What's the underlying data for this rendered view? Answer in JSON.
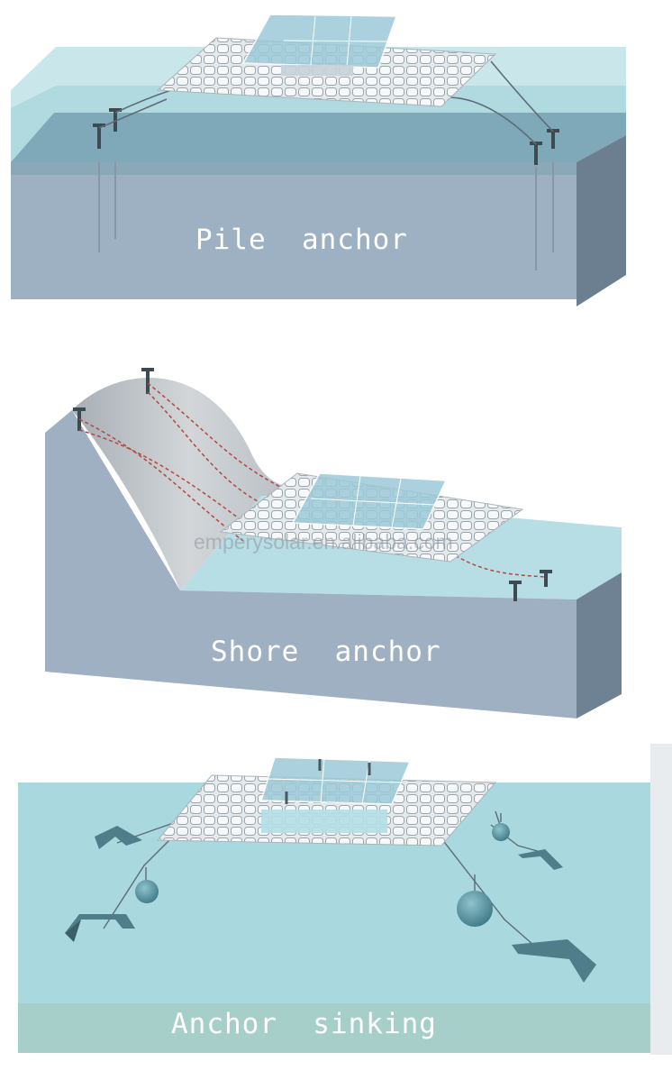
{
  "panels": [
    {
      "id": "pile",
      "label": "Pile  anchor"
    },
    {
      "id": "shore",
      "label": "Shore  anchor"
    },
    {
      "id": "sinking",
      "label": "Anchor  sinking"
    }
  ],
  "watermark": "emperysolar.en.alibaba.com",
  "colors": {
    "water": "#a9d8df",
    "water_deep": "#6c9cb0",
    "ground_front": "#9eb0c2",
    "ground_side": "#6e8294",
    "ground_top": "#b9c8d4",
    "float_grid": "#dde3e7",
    "panel_glass": "#9ccad8",
    "anchor": "#5e8a96",
    "seabed": "#a7cfc9",
    "rope": "#5d6d78"
  },
  "icons": [
    "pile-icon",
    "float-platform-icon",
    "solar-panel-icon",
    "buoy-icon",
    "sinker-block-icon"
  ]
}
